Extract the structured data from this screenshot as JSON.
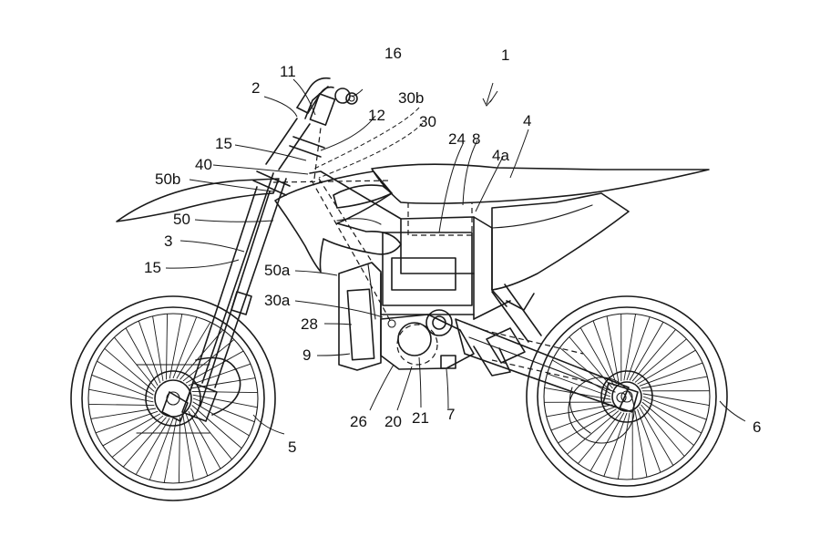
{
  "labels": {
    "r1": "1",
    "r2": "2",
    "r3": "3",
    "r4": "4",
    "r4a": "4a",
    "r5": "5",
    "r6": "6",
    "r7": "7",
    "r8": "8",
    "r9": "9",
    "r11": "11",
    "r12": "12",
    "r15a": "15",
    "r15b": "15",
    "r16": "16",
    "r20": "20",
    "r21": "21",
    "r24": "24",
    "r26": "26",
    "r28": "28",
    "r30": "30",
    "r30a": "30a",
    "r30b": "30b",
    "r40": "40",
    "r50": "50",
    "r50a": "50a",
    "r50b": "50b"
  },
  "colors": {
    "line": "#1a1a1a",
    "background": "#ffffff"
  }
}
